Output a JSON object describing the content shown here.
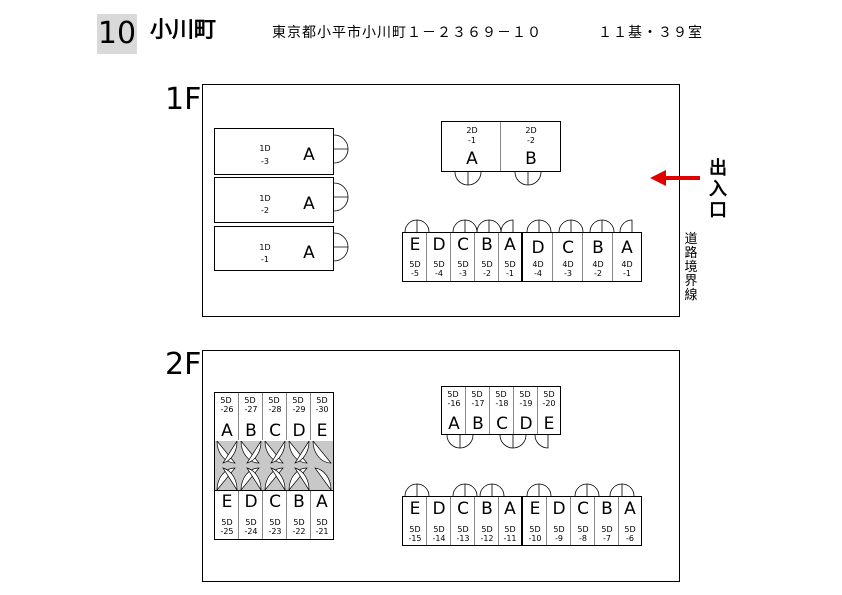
{
  "header": {
    "number": "10",
    "town": "小川町",
    "address": "東京都小平市小川町１－２３６９－１０",
    "units": "１１基・３９室"
  },
  "floor1": {
    "label": "1F",
    "exit_label": [
      "出",
      "入",
      "口"
    ],
    "road_label": [
      "道",
      "路",
      "境",
      "界",
      "線"
    ],
    "left_stack": [
      {
        "code": "1D",
        "num": "-3",
        "letter": "A"
      },
      {
        "code": "1D",
        "num": "-2",
        "letter": "A"
      },
      {
        "code": "1D",
        "num": "-1",
        "letter": "A"
      }
    ],
    "top_unit": [
      {
        "code": "2D",
        "num": "-1",
        "letter": "A"
      },
      {
        "code": "2D",
        "num": "-2",
        "letter": "B"
      }
    ],
    "row_5d": [
      {
        "letter": "E",
        "code": "5D",
        "num": "-5"
      },
      {
        "letter": "D",
        "code": "5D",
        "num": "-4"
      },
      {
        "letter": "C",
        "code": "5D",
        "num": "-3"
      },
      {
        "letter": "B",
        "code": "5D",
        "num": "-2"
      },
      {
        "letter": "A",
        "code": "5D",
        "num": "-1"
      }
    ],
    "row_4d": [
      {
        "letter": "D",
        "code": "4D",
        "num": "-4"
      },
      {
        "letter": "C",
        "code": "4D",
        "num": "-3"
      },
      {
        "letter": "B",
        "code": "4D",
        "num": "-2"
      },
      {
        "letter": "A",
        "code": "4D",
        "num": "-1"
      }
    ]
  },
  "floor2": {
    "label": "2F",
    "left_top": [
      {
        "code": "5D",
        "num": "-26",
        "letter": "A"
      },
      {
        "code": "5D",
        "num": "-27",
        "letter": "B"
      },
      {
        "code": "5D",
        "num": "-28",
        "letter": "C"
      },
      {
        "code": "5D",
        "num": "-29",
        "letter": "D"
      },
      {
        "code": "5D",
        "num": "-30",
        "letter": "E"
      }
    ],
    "left_bottom": [
      {
        "letter": "E",
        "code": "5D",
        "num": "-25"
      },
      {
        "letter": "D",
        "code": "5D",
        "num": "-24"
      },
      {
        "letter": "C",
        "code": "5D",
        "num": "-23"
      },
      {
        "letter": "B",
        "code": "5D",
        "num": "-22"
      },
      {
        "letter": "A",
        "code": "5D",
        "num": "-21"
      }
    ],
    "top_middle": [
      {
        "code": "5D",
        "num": "-16",
        "letter": "A"
      },
      {
        "code": "5D",
        "num": "-17",
        "letter": "B"
      },
      {
        "code": "5D",
        "num": "-18",
        "letter": "C"
      },
      {
        "code": "5D",
        "num": "-19",
        "letter": "D"
      },
      {
        "code": "5D",
        "num": "-20",
        "letter": "E"
      }
    ],
    "bottom_left": [
      {
        "letter": "E",
        "code": "5D",
        "num": "-15"
      },
      {
        "letter": "D",
        "code": "5D",
        "num": "-14"
      },
      {
        "letter": "C",
        "code": "5D",
        "num": "-13"
      },
      {
        "letter": "B",
        "code": "5D",
        "num": "-12"
      },
      {
        "letter": "A",
        "code": "5D",
        "num": "-11"
      }
    ],
    "bottom_right": [
      {
        "letter": "E",
        "code": "5D",
        "num": "-10"
      },
      {
        "letter": "D",
        "code": "5D",
        "num": "-9"
      },
      {
        "letter": "C",
        "code": "5D",
        "num": "-8"
      },
      {
        "letter": "B",
        "code": "5D",
        "num": "-7"
      },
      {
        "letter": "A",
        "code": "5D",
        "num": "-6"
      }
    ]
  },
  "colors": {
    "exit_arrow": "#e00000",
    "passage": "#c8c8c8"
  }
}
